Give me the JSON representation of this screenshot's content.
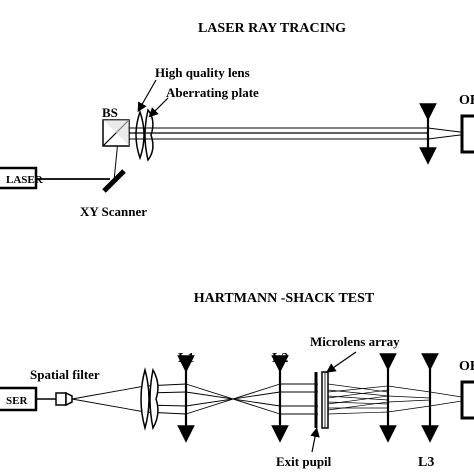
{
  "top": {
    "title": "LASER RAY TRACING",
    "laser_label": "LASER",
    "bs_label": "BS",
    "scanner_label": "XY Scanner",
    "lens_label": "High quality lens",
    "plate_label": "Aberrating plate",
    "obj_label": "OB"
  },
  "bottom": {
    "title": "HARTMANN -SHACK TEST",
    "laser_label": "SER",
    "spatial_label": "Spatial filter",
    "l1_label": "L1",
    "l2_label": "L2",
    "microlens_label": "Microlens array",
    "exit_label": "Exit pupil",
    "l3_label": "L3",
    "obj_label": "OB"
  }
}
